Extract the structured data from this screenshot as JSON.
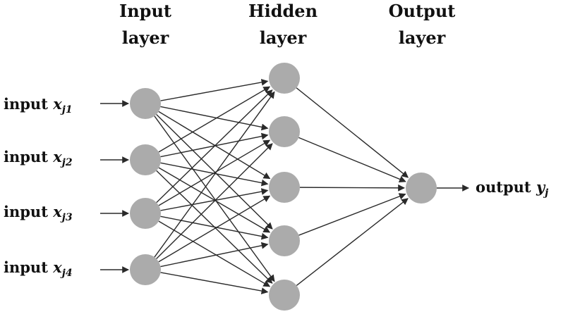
{
  "layers": {
    "input": {
      "title_line1": "Input",
      "title_line2": "layer",
      "node_count": 4
    },
    "hidden": {
      "title_line1": "Hidden",
      "title_line2": "layer",
      "node_count": 5
    },
    "output": {
      "title_line1": "Output",
      "title_line2": "layer",
      "node_count": 1
    }
  },
  "inputs": [
    {
      "word": "input",
      "var": "x",
      "sub": "j1"
    },
    {
      "word": "input",
      "var": "x",
      "sub": "j2"
    },
    {
      "word": "input",
      "var": "x",
      "sub": "j3"
    },
    {
      "word": "input",
      "var": "x",
      "sub": "j4"
    }
  ],
  "output": {
    "word": "output",
    "var": "y",
    "sub": "j"
  },
  "colors": {
    "node": "#ababab",
    "edge": "#2a2a2a",
    "text": "#111111"
  }
}
